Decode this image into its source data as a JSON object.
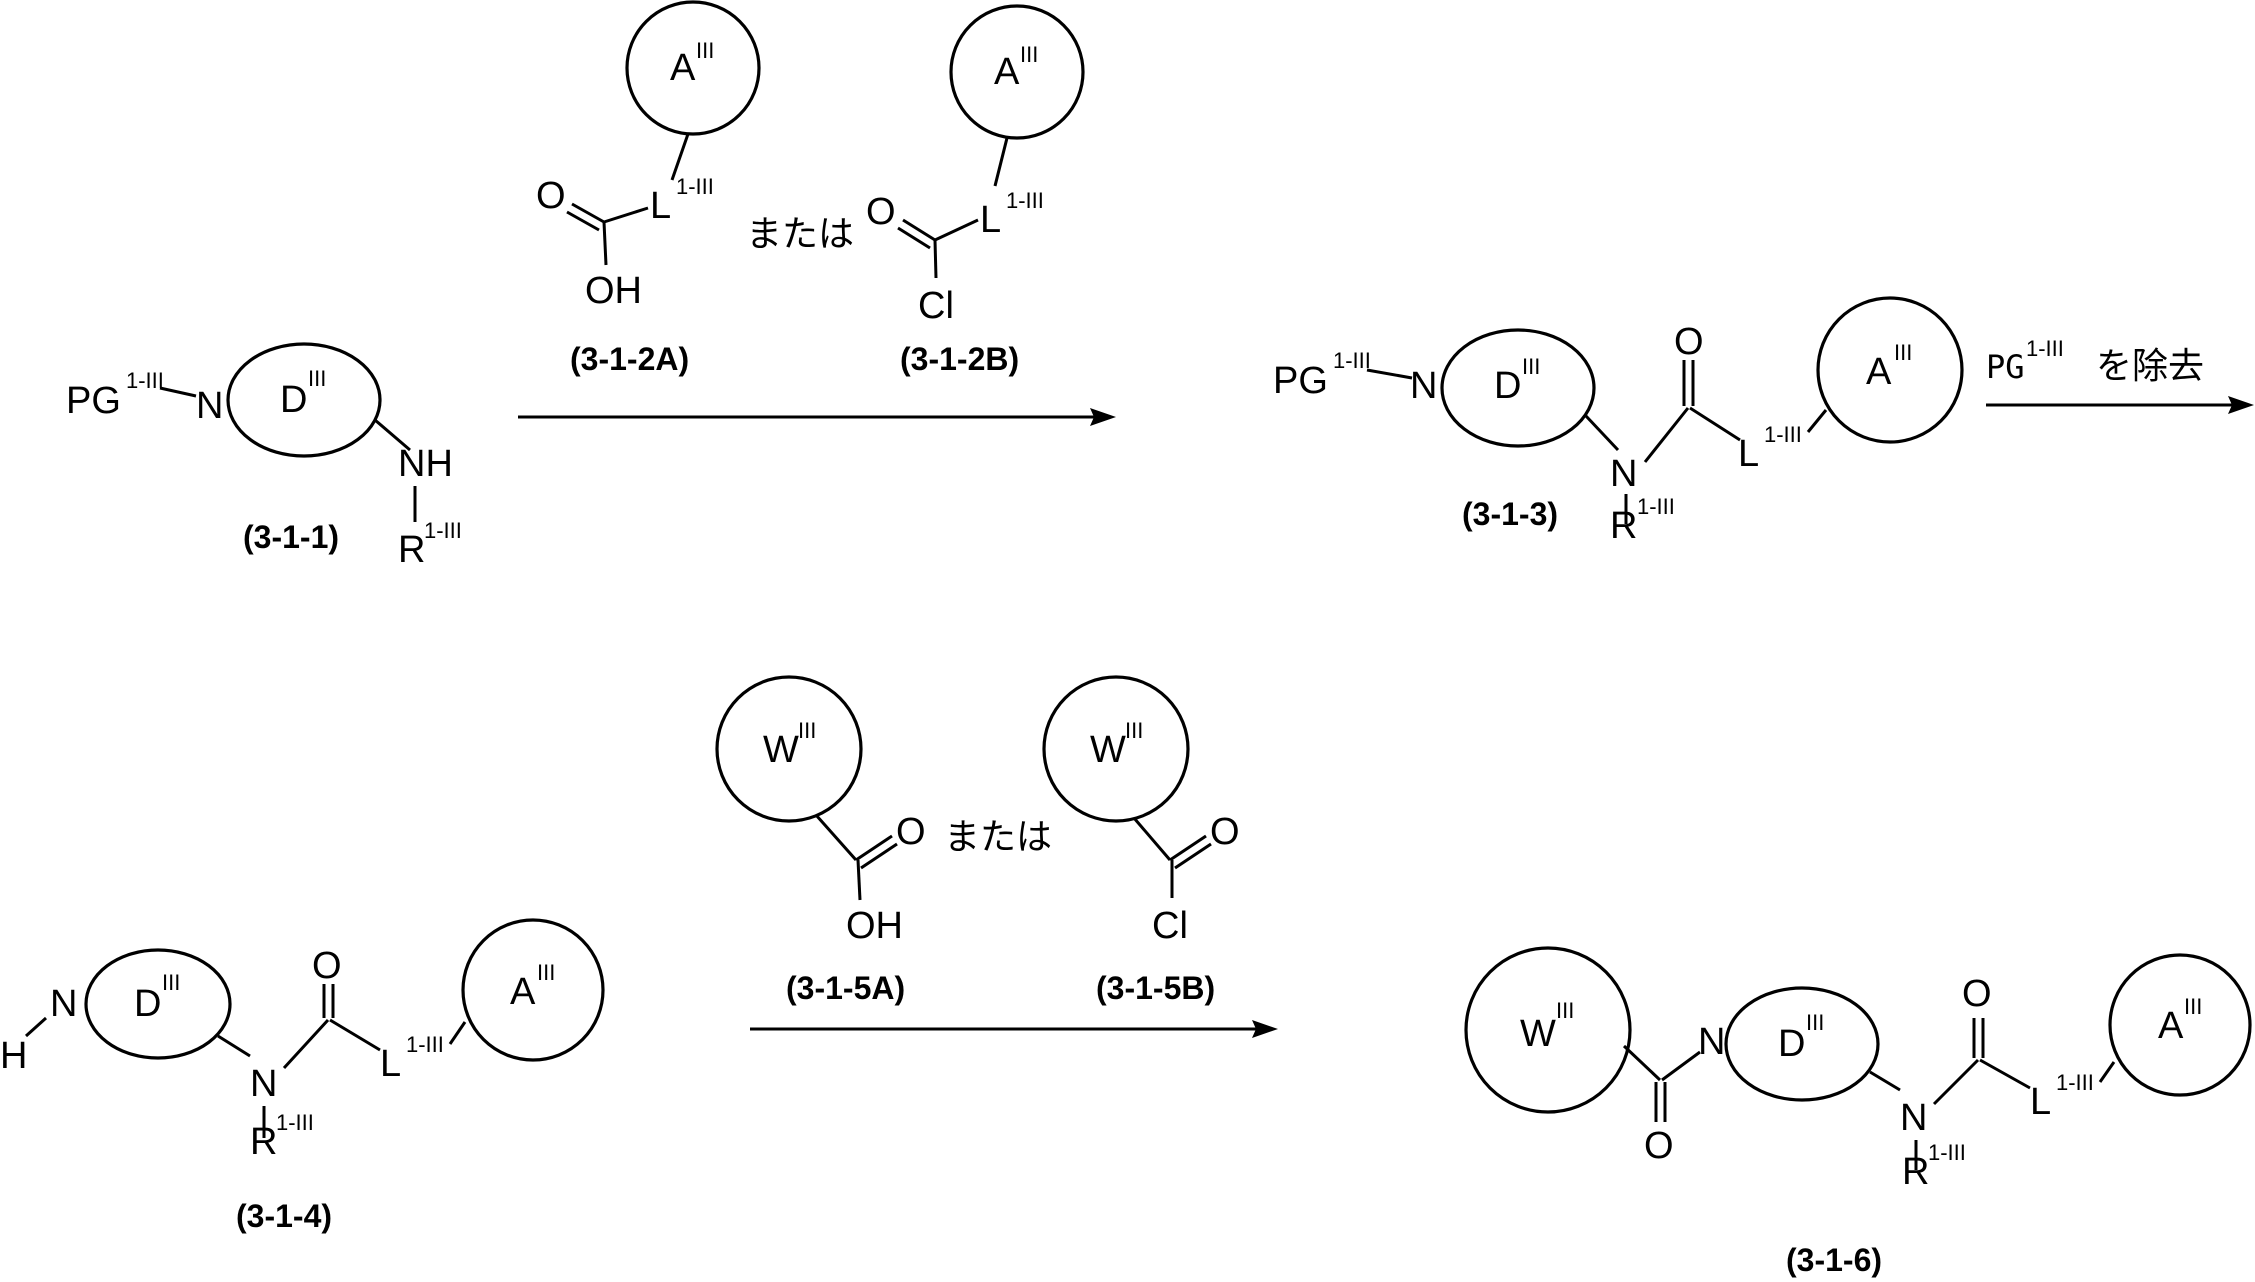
{
  "labels": {
    "pg": "PG",
    "n": "N",
    "nh": "NH",
    "h": "H",
    "r": "R",
    "l": "L",
    "o": "O",
    "oh": "OH",
    "cl": "Cl",
    "d": "D",
    "a": "A",
    "w": "W",
    "sup_1iii": "1-III",
    "sup_iii": "III"
  },
  "text": {
    "or": "または",
    "remove_pg_sup": "1-III",
    "remove_pg_pg": "PG",
    "remove_pg_tail": "を除去"
  },
  "compounds": {
    "c311": "(3-1-1)",
    "c312a": "(3-1-2A)",
    "c312b": "(3-1-2B)",
    "c313": "(3-1-3)",
    "c314": "(3-1-4)",
    "c315a": "(3-1-5A)",
    "c315b": "(3-1-5B)",
    "c316": "(3-1-6)"
  }
}
